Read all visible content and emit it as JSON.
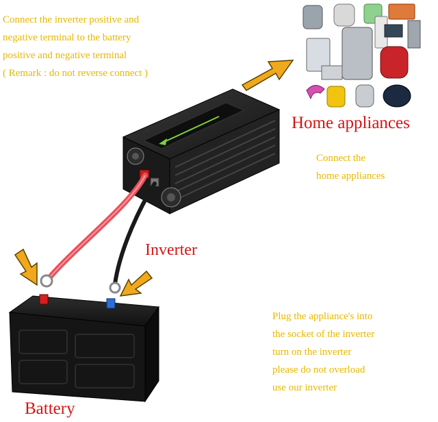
{
  "instructions": {
    "battery_connection": [
      "Connect the inverter positive and",
      "negative terminal to the battery",
      "positive and negative terminal",
      "( Remark : do not reverse connect )"
    ],
    "appliance_connection": [
      "Connect the",
      "home appliances"
    ],
    "usage": [
      "Plug the appliance's into",
      "the socket of the inverter",
      "turn on the inverter",
      "please do not overload",
      "use our inverter"
    ]
  },
  "labels": {
    "home_appliances": "Home appliances",
    "inverter": "Inverter",
    "battery": "Battery"
  },
  "colors": {
    "instruction_text": "#e6b800",
    "label_text": "#d41414",
    "arrow": "#f0a81c",
    "positive_cable": "#e8505a",
    "negative_cable": "#1a1a1a",
    "positive_terminal": "#d62020",
    "negative_terminal": "#2a6fd6"
  },
  "icons": [
    "inverter-device-image",
    "battery-image",
    "home-appliances-collage-image",
    "arrow-icon"
  ]
}
